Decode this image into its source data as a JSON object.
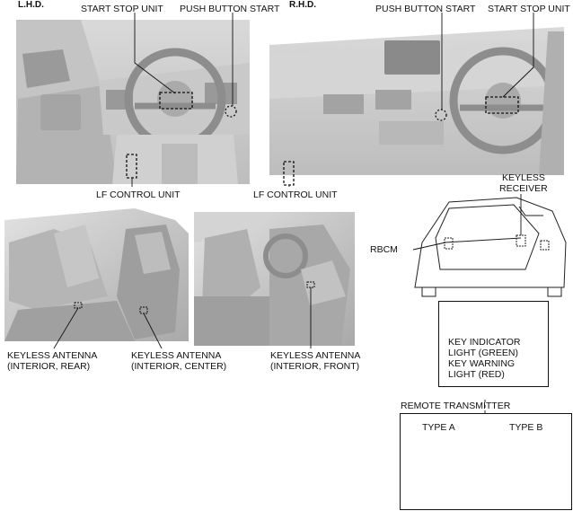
{
  "panels": {
    "lhd": {
      "heading": "L.H.D.",
      "start_stop_unit": "START STOP UNIT",
      "push_button_start": "PUSH BUTTON START",
      "lf_control_unit": "LF CONTROL UNIT"
    },
    "rhd": {
      "heading": "R.H.D.",
      "push_button_start": "PUSH BUTTON START",
      "start_stop_unit": "START STOP UNIT",
      "lf_control_unit": "LF CONTROL UNIT"
    },
    "rear_cargo": {
      "keyless_receiver_line1": "KEYLESS",
      "keyless_receiver_line2": "RECEIVER",
      "rbcm": "RBCM"
    },
    "interior_left": {
      "antenna_rear_line1": "KEYLESS ANTENNA",
      "antenna_rear_line2": "(INTERIOR, REAR)",
      "antenna_center_line1": "KEYLESS ANTENNA",
      "antenna_center_line2": "(INTERIOR, CENTER)"
    },
    "interior_right": {
      "antenna_front_line1": "KEYLESS ANTENNA",
      "antenna_front_line2": "(INTERIOR, FRONT)"
    },
    "indicator": {
      "icon": "key-indicator-icon",
      "line1": "KEY INDICATOR",
      "line2": "LIGHT (GREEN)",
      "line3": "KEY WARNING",
      "line4": "LIGHT (RED)"
    },
    "remote": {
      "heading": "REMOTE TRANSMITTER",
      "type_a": "TYPE A",
      "type_b": "TYPE B"
    }
  },
  "colors": {
    "photo_gray": "#cfcfcf",
    "photo_dark": "#8c8c8c",
    "line": "#111111"
  }
}
